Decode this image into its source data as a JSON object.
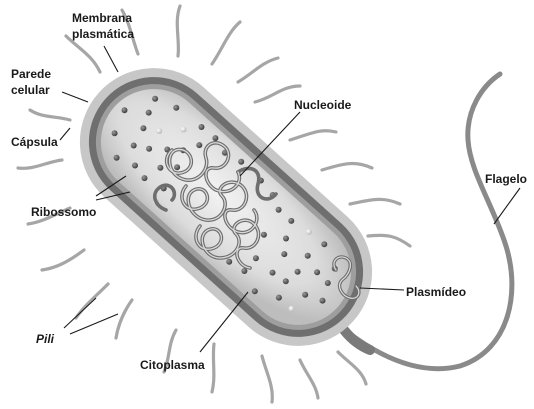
{
  "labels": {
    "membrana_line1": "Membrana",
    "membrana_line2": "plasmática",
    "parede_line1": "Parede",
    "parede_line2": "celular",
    "capsula": "Cápsula",
    "ribossomo": "Ribossomo",
    "pili": "Pili",
    "citoplasma": "Citoplasma",
    "nucleoide": "Nucleoide",
    "plasmideo": "Plasmídeo",
    "flagelo": "Flagelo"
  },
  "colors": {
    "capsule": "#c7c7c7",
    "cell_wall": "#6f6f6f",
    "membrane": "#9e9e9e",
    "cytoplasm": "#dcdcdc",
    "ribosome": "#4e4e4e",
    "pilus": "#a6a6a6",
    "flagellum": "#8a8a8a"
  }
}
